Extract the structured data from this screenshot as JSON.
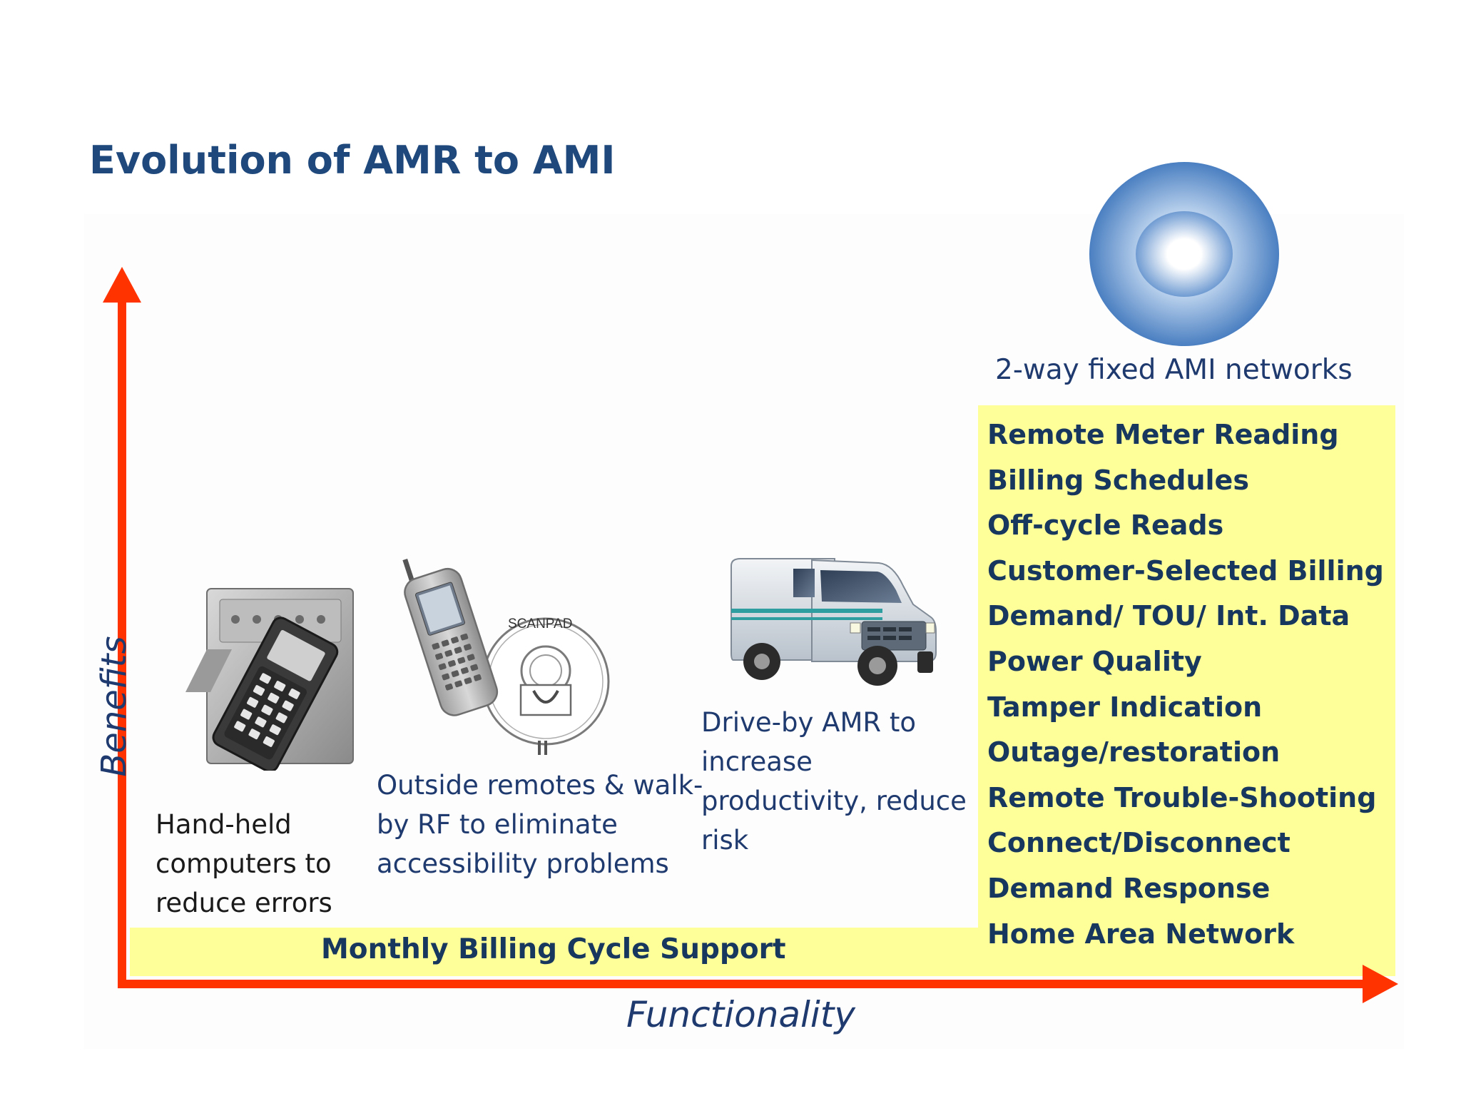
{
  "title": "Evolution of AMR to AMI",
  "axes": {
    "y_label": "Benefits",
    "x_label": "Functionality"
  },
  "band_label": "Monthly Billing Cycle Support",
  "stages": [
    {
      "icon": "handheld-meter-reader-icon",
      "lines": [
        "Hand-held",
        "computers to",
        "reduce errors"
      ]
    },
    {
      "icon": "rf-handheld-scanpad-icon",
      "scanpad_label": "SCANPAD",
      "lines": [
        "Outside remotes & walk-",
        "by RF to eliminate",
        "accessibility problems"
      ]
    },
    {
      "icon": "drive-by-van-icon",
      "lines": [
        "Drive-by AMR to",
        "increase",
        "productivity, reduce",
        "risk"
      ]
    }
  ],
  "ami": {
    "icon": "ami-network-orb-icon",
    "label": "2-way fixed AMI networks",
    "features": [
      "Remote Meter Reading",
      "Billing Schedules",
      "Off-cycle Reads",
      "Customer-Selected Billing",
      "Demand/ TOU/ Int. Data",
      "Power Quality",
      "Tamper Indication",
      "Outage/restoration",
      "Remote Trouble-Shooting",
      "Connect/Disconnect",
      "Demand Response",
      "Home Area Network"
    ]
  },
  "colors": {
    "title": "#1f497d",
    "axis_arrow": "#ff3300",
    "highlight": "#ffff99",
    "feature_text": "#17375e"
  }
}
